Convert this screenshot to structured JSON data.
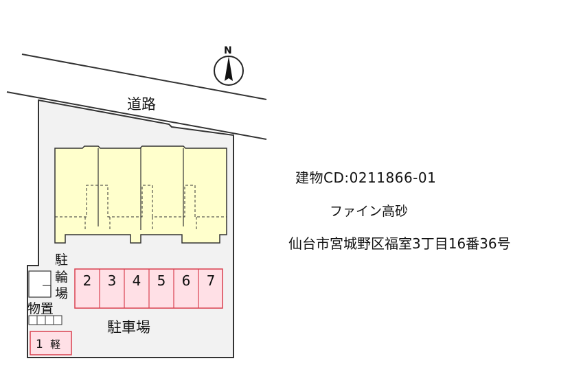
{
  "map": {
    "road_label": "道路",
    "north_label": "N",
    "bicycle_parking_label": [
      "駐",
      "輪",
      "場"
    ],
    "storage_label": "物置",
    "parking_label": "駐車場",
    "parking_spaces": [
      "2",
      "3",
      "4",
      "5",
      "6",
      "7"
    ],
    "kei_space": {
      "number": "1",
      "label": "軽"
    }
  },
  "info": {
    "building_cd": "建物CD:0211866-01",
    "building_name": "ファイン高砂",
    "address": "仙台市宮城野区福室3丁目16番36号"
  },
  "colors": {
    "site_fill": "#f2f2f2",
    "building_fill": "#ffffcc",
    "parking_fill": "#ffe0e6",
    "parking_stroke": "#d9404f",
    "line": "#333333"
  }
}
